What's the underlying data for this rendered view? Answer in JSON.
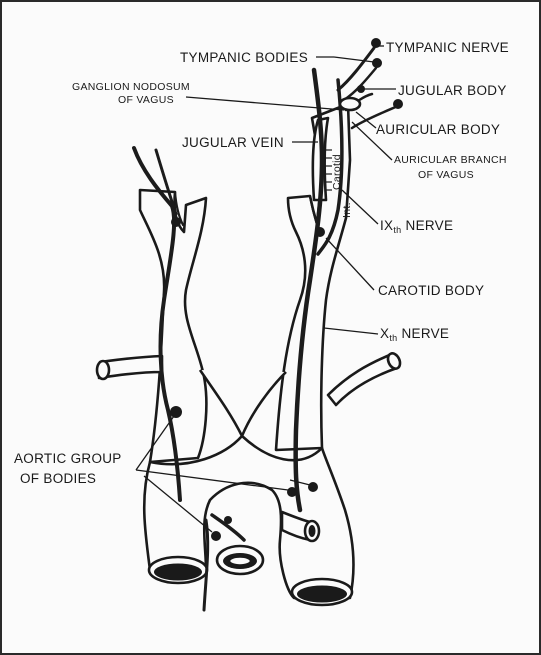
{
  "diagram": {
    "labels": {
      "tympanic_bodies": "TYMPANIC BODIES",
      "tympanic_nerve": "TYMPANIC NERVE",
      "ganglion_line1": "GANGLION NODOSUM",
      "ganglion_line2": "OF VAGUS",
      "jugular_body": "JUGULAR BODY",
      "auricular_body": "AURICULAR BODY",
      "jugular_vein": "JUGULAR VEIN",
      "auricular_branch_line1": "AURICULAR BRANCH",
      "auricular_branch_line2": "OF VAGUS",
      "ix_nerve_prefix": "IX",
      "ix_nerve_sub": "th",
      "ix_nerve_suffix": " NERVE",
      "carotid_body": "CAROTID BODY",
      "x_nerve_prefix": "X",
      "x_nerve_sub": "th",
      "x_nerve_suffix": " NERVE",
      "aortic_line1": "AORTIC GROUP",
      "aortic_line2": "OF BODIES",
      "vessel_carotid": "Carotid",
      "vessel_int": "Int."
    }
  }
}
